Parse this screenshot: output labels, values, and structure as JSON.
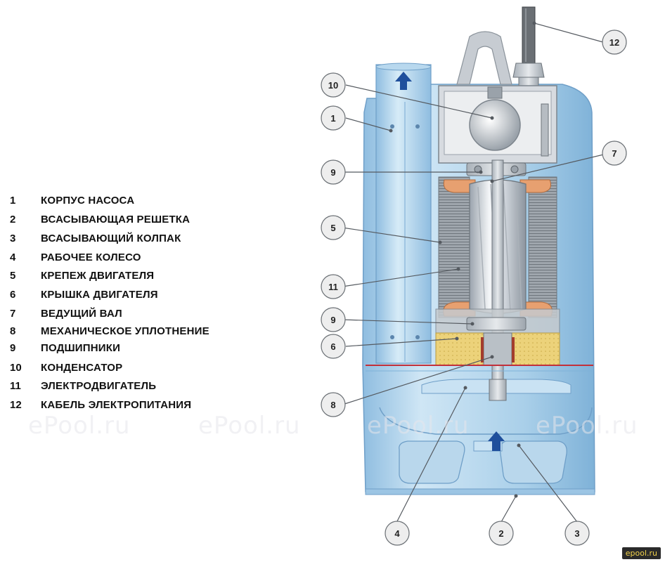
{
  "legend": [
    {
      "num": "1",
      "text": "КОРПУС НАСОСА"
    },
    {
      "num": "2",
      "text": "ВСАСЫВАЮЩАЯ РЕШЕТКА"
    },
    {
      "num": "3",
      "text": "ВСАСЫВАЮЩИЙ КОЛПАК"
    },
    {
      "num": "4",
      "text": "РАБОЧЕЕ КОЛЕСО"
    },
    {
      "num": "5",
      "text": "КРЕПЕЖ ДВИГАТЕЛЯ"
    },
    {
      "num": "6",
      "text": "КРЫШКА ДВИГАТЕЛЯ"
    },
    {
      "num": "7",
      "text": "ВЕДУЩИЙ ВАЛ"
    },
    {
      "num": "8",
      "text": "МЕХАНИЧЕСКОЕ УПЛОТНЕНИЕ"
    },
    {
      "num": "9",
      "text": "ПОДШИПНИКИ"
    },
    {
      "num": "10",
      "text": "КОНДЕНСАТОР"
    },
    {
      "num": "11",
      "text": "ЭЛЕКТРОДВИГАТЕЛЬ"
    },
    {
      "num": "12",
      "text": "КАБЕЛЬ ЭЛЕКТРОПИТАНИЯ"
    }
  ],
  "callouts": {
    "c1": "1",
    "c2": "2",
    "c3": "3",
    "c4": "4",
    "c5": "5",
    "c6": "6",
    "c7": "7",
    "c8": "8",
    "c9a": "9",
    "c9b": "9",
    "c10": "10",
    "c11": "11",
    "c12": "12"
  },
  "watermarks": [
    "ePool.ru",
    "ePool.ru",
    "ePool.ru",
    "ePool.ru"
  ],
  "corner_logo": "epool.ru",
  "colors": {
    "body_blue": "#a9cfe9",
    "body_dark": "#7fb2d8",
    "arrow_blue": "#1f4f9c",
    "winding_copper": "#e7a070",
    "seal_yellow": "#ecd27a",
    "metal_grey": "#c7ccd2"
  }
}
